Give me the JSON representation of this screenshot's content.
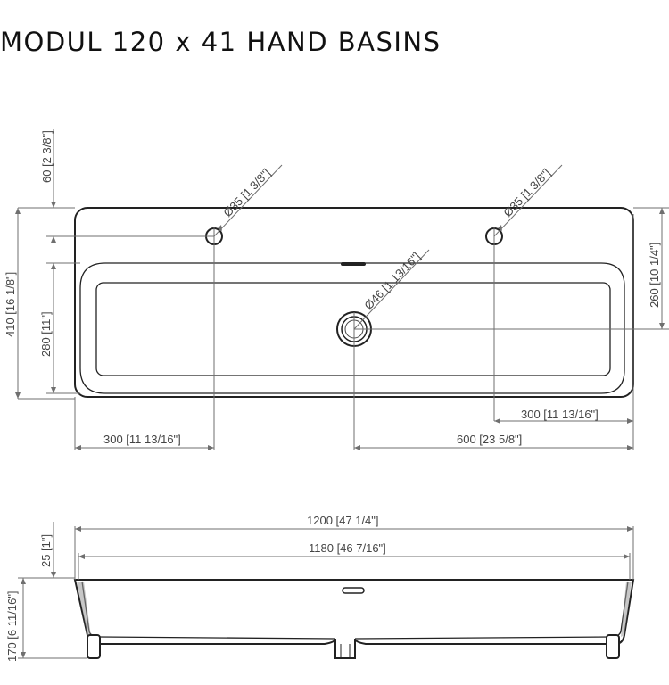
{
  "title": "MODUL 120 x 41 HAND BASINS",
  "dimensions": {
    "d60": "60 [2 3/8\"]",
    "d410": "410 [16 1/8\"]",
    "d280": "280 [11\"]",
    "d260": "260 [10 1/4\"]",
    "hole_left": "Ø35 [1 3/8\"]",
    "hole_right": "Ø35 [1 3/8\"]",
    "drain": "Ø46 [1 13/16\"]",
    "d300_right": "300 [11 13/16\"]",
    "d300_left": "300 [11 13/16\"]",
    "d600": "600 [23 5/8\"]",
    "d1200": "1200 [47 1/4\"]",
    "d1180": "1180 [46 7/16\"]",
    "d25": "25 [1\"]",
    "d170": "170 [6 11/16\"]"
  }
}
